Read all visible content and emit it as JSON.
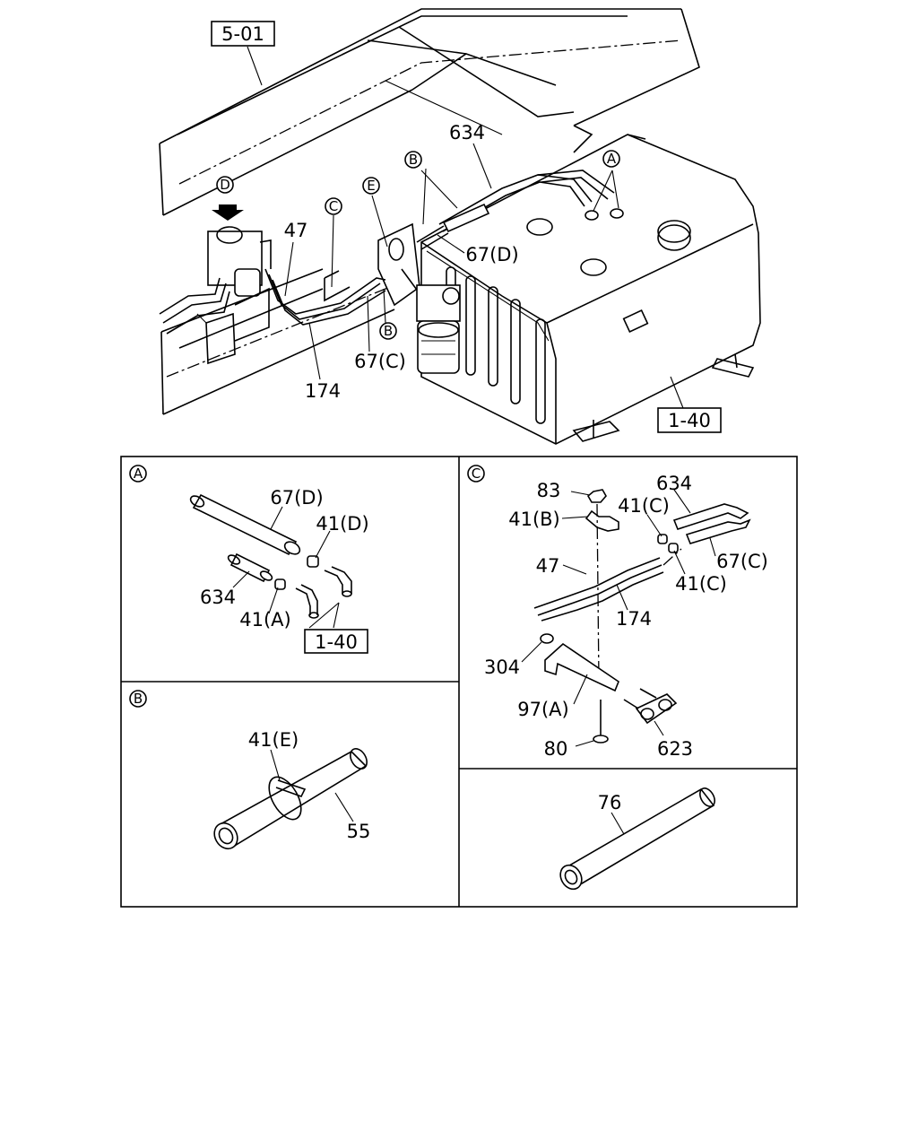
{
  "refs": {
    "frame_ref": "5-01",
    "tank_ref_main": "1-40",
    "tank_ref_detail_a": "1-40"
  },
  "main_view": {
    "circles": {
      "a": "A",
      "b_top": "B",
      "b_low": "B",
      "c": "C",
      "d": "D",
      "e": "E"
    },
    "labels": {
      "p634": "634",
      "p47": "47",
      "p67d": "67(D)",
      "p67c": "67(C)",
      "p174": "174"
    }
  },
  "detail_a": {
    "circle": "A",
    "labels": {
      "p67d": "67(D)",
      "p41d": "41(D)",
      "p634": "634",
      "p41a": "41(A)"
    }
  },
  "detail_b": {
    "circle": "B",
    "labels": {
      "p41e": "41(E)",
      "p55": "55"
    }
  },
  "detail_c": {
    "circle": "C",
    "labels": {
      "p83": "83",
      "p41b": "41(B)",
      "p634": "634",
      "p41c_top": "41(C)",
      "p67c": "67(C)",
      "p41c_low": "41(C)",
      "p47": "47",
      "p174": "174",
      "p304": "304",
      "p97a": "97(A)",
      "p80": "80",
      "p623": "623"
    }
  },
  "detail_d": {
    "labels": {
      "p76": "76"
    }
  }
}
